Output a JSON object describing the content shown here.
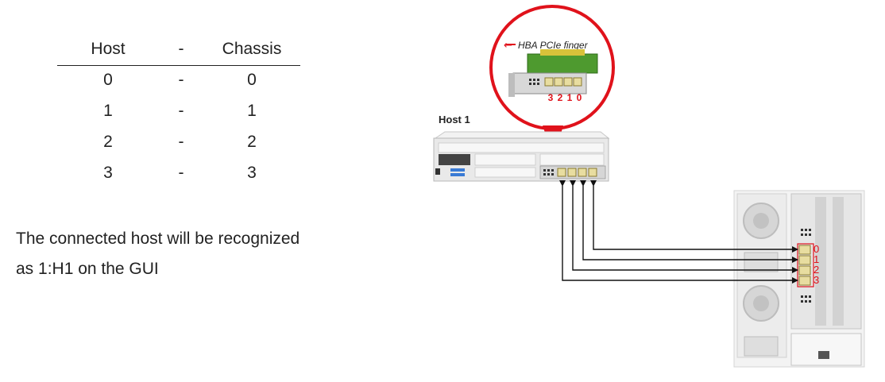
{
  "table": {
    "headers": [
      "Host",
      "-",
      "Chassis"
    ],
    "rows": [
      [
        "0",
        "-",
        "0"
      ],
      [
        "1",
        "-",
        "1"
      ],
      [
        "2",
        "-",
        "2"
      ],
      [
        "3",
        "-",
        "3"
      ]
    ]
  },
  "description": {
    "line1": "The connected host will be recognized",
    "line2": "as 1:H1 on the GUI"
  },
  "diagram": {
    "callout_label": "HBA PCIe finger",
    "callout_arrow": "←",
    "hba_port_numbers": [
      "3",
      "2",
      "1",
      "0"
    ],
    "host_label": "Host 1",
    "chassis_port_numbers": [
      "0",
      "1",
      "2",
      "3"
    ],
    "colors": {
      "accent_red": "#e0121b",
      "port_gold": "#c8b870",
      "cable": "#111111"
    }
  }
}
